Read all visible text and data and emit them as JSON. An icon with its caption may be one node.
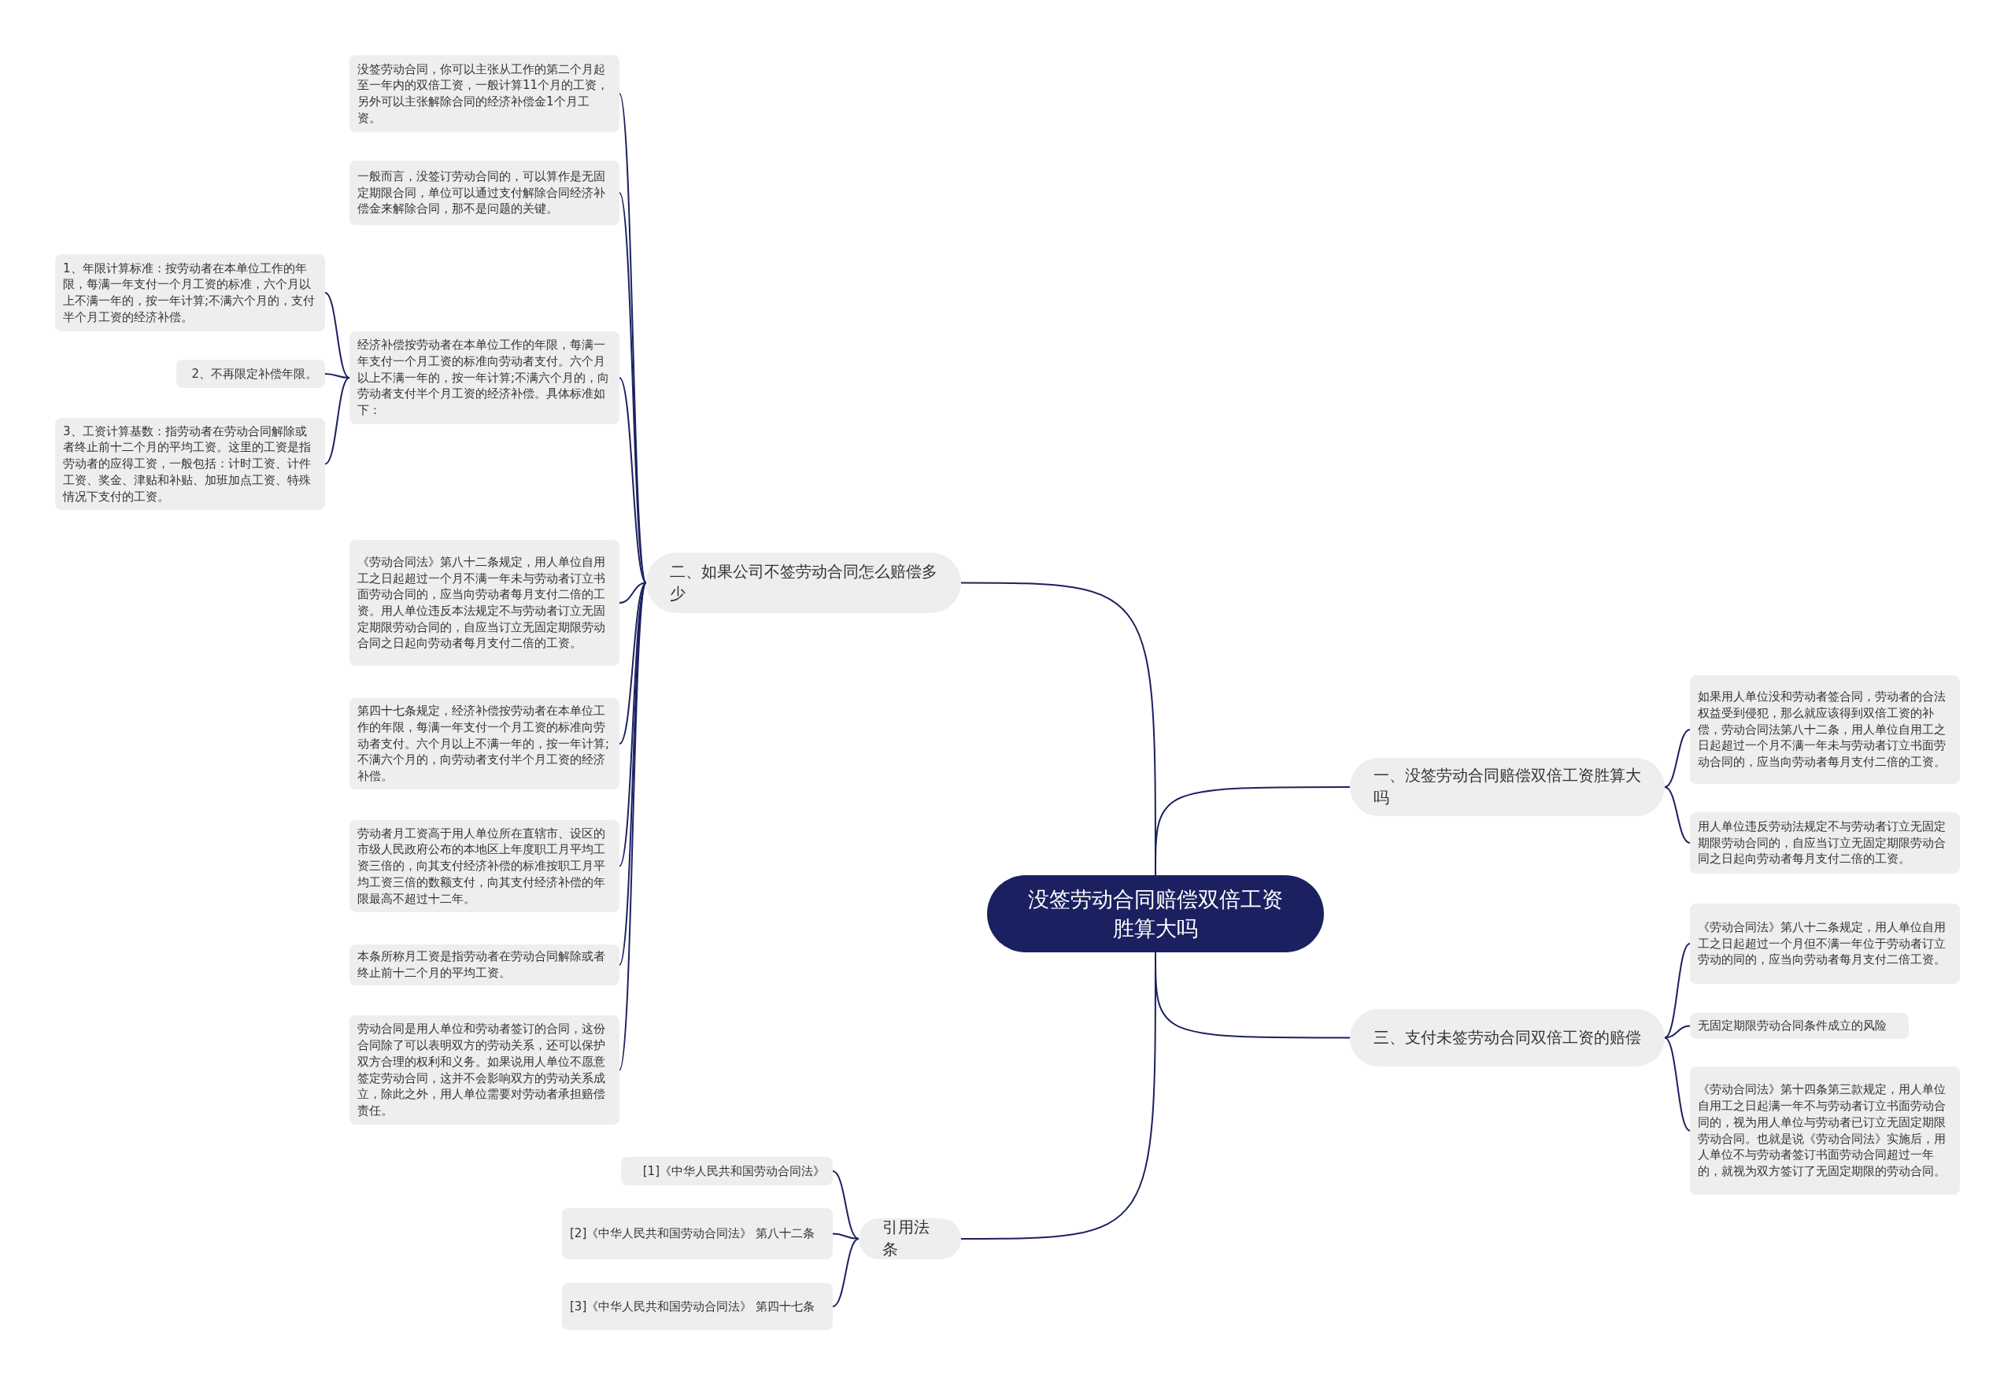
{
  "diagram": {
    "nodes": [
      {
        "text": [
          "没签劳动合同赔偿双倍工资胜算大吗"
        ]
      },
      {
        "text": [
          "一、没签劳动合同赔偿双倍工资胜算大吗"
        ]
      },
      {
        "text": [
          "如果用人单位没和劳动者签合同，劳动者的合法权益受到侵犯，那么就应该得到双倍工资的补偿，劳动合同法第八十二条，用人单位自用工之日起超过一个月不满一年未与劳动者订立书面劳动合同的，应当向劳动者每月支付二倍的工资。"
        ]
      },
      {
        "text": [
          "用人单位违反劳动法规定不与劳动者订立无固定期限劳动合同的，自应当订立无固定期限劳动合同之日起向劳动者每月支付二倍的工资。"
        ]
      },
      {
        "text": [
          "三、支付未签劳动合同双倍工资的赔偿"
        ]
      },
      {
        "text": [
          "《劳动合同法》第八十二条规定，用人单位自用工之日起超过一个月但不满一年位于劳动者订立劳动的同的，应当向劳动者每月支付二倍工资。"
        ]
      },
      {
        "text": [
          "无固定期限劳动合同条件成立的风险"
        ]
      },
      {
        "text": [
          "《劳动合同法》第十四条第三款规定，用人单位自用工之日起满一年不与劳动者订立书面劳动合同的，视为用人单位与劳动者已订立无固定期限劳动合同。也就是说《劳动合同法》实施后，用人单位不与劳动者签订书面劳动合同超过一年的，就视为双方签订了无固定期限的劳动合同。"
        ]
      },
      {
        "text": [
          "二、如果公司不签劳动合同怎么赔偿多少"
        ]
      },
      {
        "text": [
          "没签劳动合同，你可以主张从工作的第二个月起至一年内的双倍工资，一般计算11个月的工资，另外可以主张解除合同的经济补偿金1个月工资。"
        ]
      },
      {
        "text": [
          "一般而言，没签订劳动合同的，可以算作是无固定期限合同，单位可以通过支付解除合同经济补偿金来解除合同，那不是问题的关键。"
        ]
      },
      {
        "text": [
          "经济补偿按劳动者在本单位工作的年限，每满一年支付一个月工资的标准向劳动者支付。六个月以上不满一年的，按一年计算;不满六个月的，向劳动者支付半个月工资的经济补偿。具体标准如下："
        ]
      },
      {
        "text": [
          "1、年限计算标准：按劳动者在本单位工作的年限，每满一年支付一个月工资的标准，六个月以上不满一年的，按一年计算;不满六个月的，支付半个月工资的经济补偿。"
        ]
      },
      {
        "text": [
          "2、不再限定补偿年限。"
        ]
      },
      {
        "text": [
          "3、工资计算基数：指劳动者在劳动合同解除或者终止前十二个月的平均工资。这里的工资是指劳动者的应得工资，一般包括：计时工资、计件工资、奖金、津贴和补贴、加班加点工资、特殊情况下支付的工资。"
        ]
      },
      {
        "text": [
          "《劳动合同法》第八十二条规定，用人单位自用工之日起超过一个月不满一年未与劳动者订立书面劳动合同的，应当向劳动者每月支付二倍的工资。用人单位违反本法规定不与劳动者订立无固定期限劳动合同的，自应当订立无固定期限劳动合同之日起向劳动者每月支付二倍的工资。"
        ]
      },
      {
        "text": [
          "第四十七条规定，经济补偿按劳动者在本单位工作的年限，每满一年支付一个月工资的标准向劳动者支付。六个月以上不满一年的，按一年计算;不满六个月的，向劳动者支付半个月工资的经济补偿。"
        ]
      },
      {
        "text": [
          "劳动者月工资高于用人单位所在直辖市、设区的市级人民政府公布的本地区上年度职工月平均工资三倍的，向其支付经济补偿的标准按职工月平均工资三倍的数额支付，向其支付经济补偿的年限最高不超过十二年。"
        ]
      },
      {
        "text": [
          "本条所称月工资是指劳动者在劳动合同解除或者终止前十二个月的平均工资。"
        ]
      },
      {
        "text": [
          "劳动合同是用人单位和劳动者签订的合同，这份合同除了可以表明双方的劳动关系，还可以保护双方合理的权利和义务。如果说用人单位不愿意签定劳动合同，这并不会影响双方的劳动关系成立，除此之外，用人单位需要对劳动者承担赔偿责任。"
        ]
      },
      {
        "text": [
          "引用法条"
        ]
      },
      {
        "text": [
          "[1]《中华人民共和国劳动合同法》"
        ]
      },
      {
        "text": [
          "[2]《中华人民共和国劳动合同法》 第八十二条"
        ]
      },
      {
        "text": [
          "[3]《中华人民共和国劳动合同法》 第四十七条"
        ]
      }
    ],
    "edges": [
      {
        "from": 0,
        "to": 1,
        "arrow": "none"
      },
      {
        "from": 1,
        "to": 2,
        "arrow": "none"
      },
      {
        "from": 1,
        "to": 3,
        "arrow": "none"
      },
      {
        "from": 0,
        "to": 4,
        "arrow": "none"
      },
      {
        "from": 4,
        "to": 5,
        "arrow": "none"
      },
      {
        "from": 4,
        "to": 6,
        "arrow": "none"
      },
      {
        "from": 4,
        "to": 7,
        "arrow": "none"
      },
      {
        "from": 0,
        "to": 8,
        "arrow": "none"
      },
      {
        "from": 8,
        "to": 9,
        "arrow": "none"
      },
      {
        "from": 8,
        "to": 10,
        "arrow": "none"
      },
      {
        "from": 8,
        "to": 11,
        "arrow": "none"
      },
      {
        "from": 11,
        "to": 12,
        "arrow": "none"
      },
      {
        "from": 11,
        "to": 13,
        "arrow": "none"
      },
      {
        "from": 11,
        "to": 14,
        "arrow": "none"
      },
      {
        "from": 8,
        "to": 15,
        "arrow": "none"
      },
      {
        "from": 8,
        "to": 16,
        "arrow": "none"
      },
      {
        "from": 8,
        "to": 17,
        "arrow": "none"
      },
      {
        "from": 8,
        "to": 18,
        "arrow": "none"
      },
      {
        "from": 8,
        "to": 19,
        "arrow": "none"
      },
      {
        "from": 0,
        "to": 20,
        "arrow": "none"
      },
      {
        "from": 20,
        "to": 21,
        "arrow": "none"
      },
      {
        "from": 20,
        "to": 22,
        "arrow": "none"
      },
      {
        "from": 20,
        "to": 23,
        "arrow": "none"
      }
    ]
  }
}
